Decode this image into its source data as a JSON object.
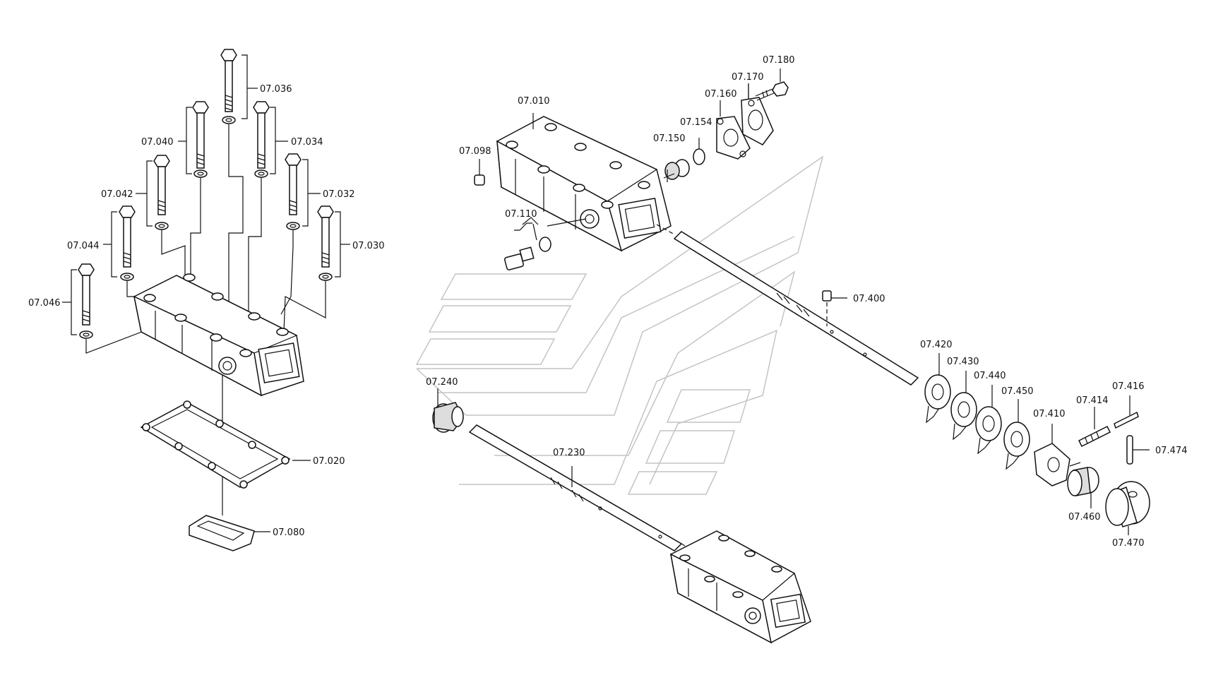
{
  "diagram": {
    "labels": [
      {
        "id": "07.036",
        "text": "07.036"
      },
      {
        "id": "07.040",
        "text": "07.040"
      },
      {
        "id": "07.034",
        "text": "07.034"
      },
      {
        "id": "07.042",
        "text": "07.042"
      },
      {
        "id": "07.032",
        "text": "07.032"
      },
      {
        "id": "07.044",
        "text": "07.044"
      },
      {
        "id": "07.030",
        "text": "07.030"
      },
      {
        "id": "07.046",
        "text": "07.046"
      },
      {
        "id": "07.020",
        "text": "07.020"
      },
      {
        "id": "07.080",
        "text": "07.080"
      },
      {
        "id": "07.010",
        "text": "07.010"
      },
      {
        "id": "07.098",
        "text": "07.098"
      },
      {
        "id": "07.110",
        "text": "07.110"
      },
      {
        "id": "07.150",
        "text": "07.150"
      },
      {
        "id": "07.154",
        "text": "07.154"
      },
      {
        "id": "07.160",
        "text": "07.160"
      },
      {
        "id": "07.170",
        "text": "07.170"
      },
      {
        "id": "07.180",
        "text": "07.180"
      },
      {
        "id": "07.400",
        "text": "07.400"
      },
      {
        "id": "07.420",
        "text": "07.420"
      },
      {
        "id": "07.430",
        "text": "07.430"
      },
      {
        "id": "07.440",
        "text": "07.440"
      },
      {
        "id": "07.450",
        "text": "07.450"
      },
      {
        "id": "07.410",
        "text": "07.410"
      },
      {
        "id": "07.414",
        "text": "07.414"
      },
      {
        "id": "07.416",
        "text": "07.416"
      },
      {
        "id": "07.474",
        "text": "07.474"
      },
      {
        "id": "07.460",
        "text": "07.460"
      },
      {
        "id": "07.470",
        "text": "07.470"
      },
      {
        "id": "07.240",
        "text": "07.240"
      },
      {
        "id": "07.230",
        "text": "07.230"
      }
    ]
  }
}
